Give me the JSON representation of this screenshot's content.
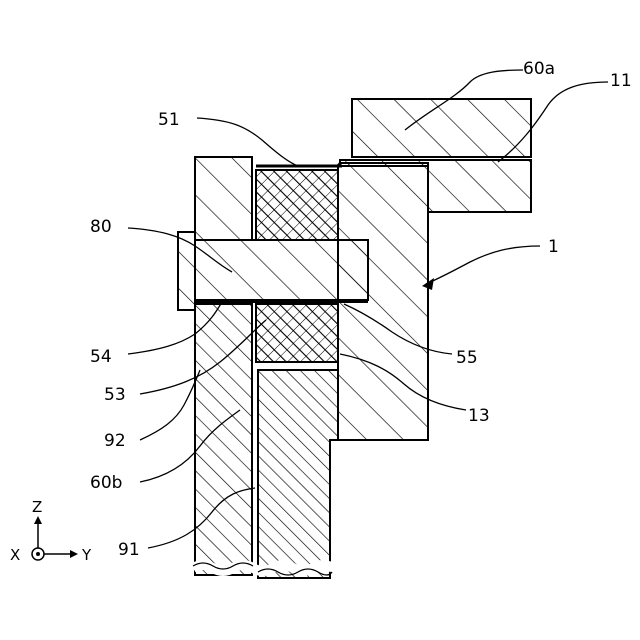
{
  "labels": {
    "l60a": "60a",
    "l11": "11",
    "l51": "51",
    "l80": "80",
    "l1": "1",
    "l54": "54",
    "l55": "55",
    "l53": "53",
    "l13": "13",
    "l92": "92",
    "l60b": "60b",
    "l91": "91"
  },
  "axes": {
    "z": "Z",
    "x": "X",
    "y": "Y"
  }
}
